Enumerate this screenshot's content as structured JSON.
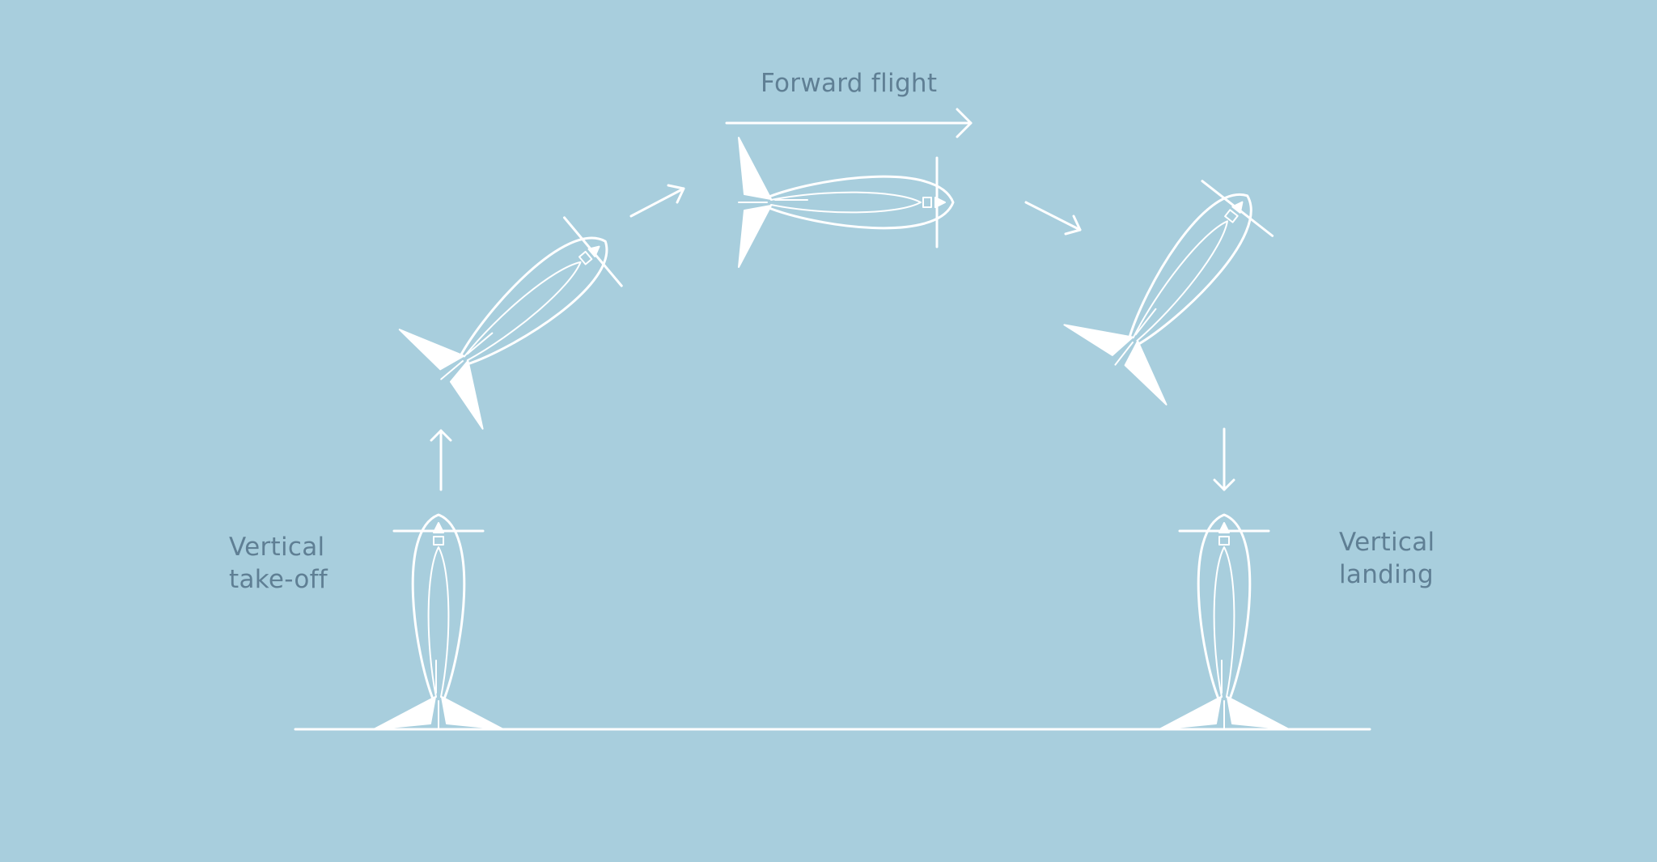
{
  "labels": {
    "forward_flight": "Forward flight",
    "takeoff_line1": "Vertical",
    "takeoff_line2": "take-off",
    "landing_line1": "Vertical",
    "landing_line2": "landing"
  },
  "colors": {
    "background": "#a8cedd",
    "line": "#ffffff",
    "text": "#5f7f94"
  }
}
